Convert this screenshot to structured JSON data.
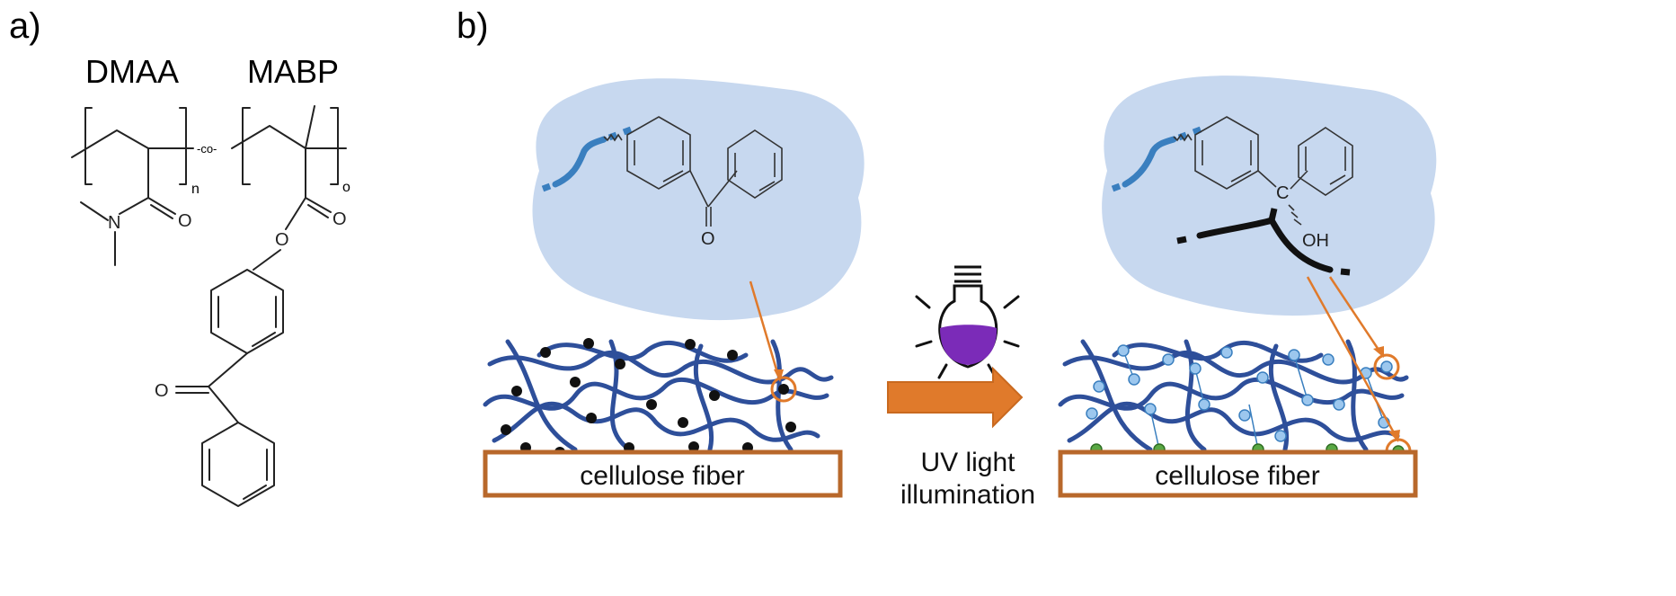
{
  "panel_a": {
    "label": "a)",
    "monomer_left": "DMAA",
    "monomer_right": "MABP",
    "copolymer_link": "-co-",
    "sub_left": "n",
    "sub_right": "o",
    "atom_N": "N",
    "atom_O1": "O",
    "atom_O2": "O",
    "atom_O_ester": "O",
    "atom_O_ketone": "O"
  },
  "panel_b": {
    "label": "b)",
    "left_fiber_label": "cellulose fiber",
    "right_fiber_label": "cellulose fiber",
    "process_line1": "UV light",
    "process_line2": "illumination",
    "atom_O_left": "O",
    "atom_C_right": "C",
    "atom_OH_right": "OH",
    "icons": [
      "uv-lamp-icon",
      "arrow-right-icon"
    ],
    "colors": {
      "network": "#2e4f9a",
      "fiber_border": "#b8682b",
      "blob": "#c7d8ef",
      "crosslink": "#9cc7ee",
      "anchor": "#5aa844",
      "arrow": "#e07a2b",
      "lamp": "#7b2bb8"
    }
  }
}
